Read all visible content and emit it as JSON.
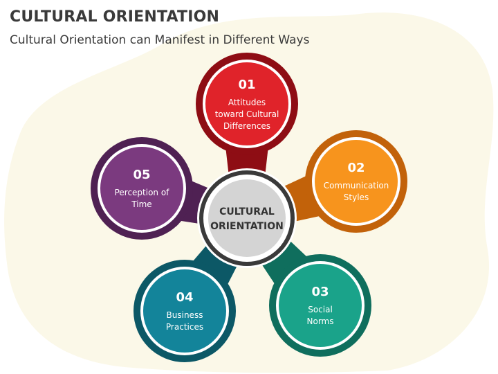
{
  "header": {
    "title": "CULTURAL ORIENTATION",
    "subtitle": "Cultural Orientation can Manifest in Different Ways"
  },
  "center": {
    "line1": "CULTURAL",
    "line2": "ORIENTATION"
  },
  "items": [
    {
      "number": "01",
      "lines": [
        "Attitudes",
        "toward Cultural",
        "Differences"
      ],
      "color": "#e0232a",
      "dark": "#8e0d14"
    },
    {
      "number": "02",
      "lines": [
        "Communication",
        "Styles"
      ],
      "color": "#f7941d",
      "dark": "#c2620a"
    },
    {
      "number": "03",
      "lines": [
        "Social",
        "Norms"
      ],
      "color": "#1aa38a",
      "dark": "#0f6e5d"
    },
    {
      "number": "04",
      "lines": [
        "Business",
        "Practices"
      ],
      "color": "#13849a",
      "dark": "#0c5866"
    },
    {
      "number": "05",
      "lines": [
        "Perception of",
        "Time"
      ],
      "color": "#7b3a7f",
      "dark": "#4f2153"
    }
  ],
  "colors": {
    "background_blob": "#fbf8e8",
    "center_fill": "#d4d4d4",
    "center_ring": "#3a3a3a"
  }
}
